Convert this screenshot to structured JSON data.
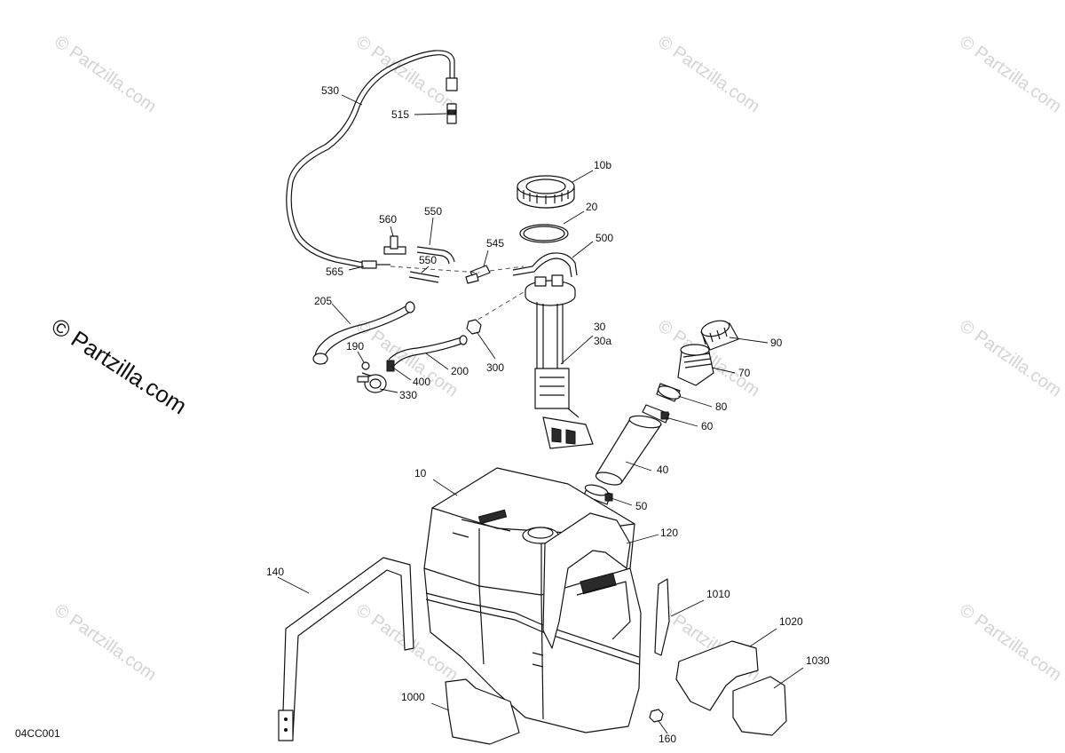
{
  "diagram_code": "04CC001",
  "copyright_text": "© Partzilla.com",
  "watermark_text": "© Partzilla.com",
  "callouts": [
    {
      "id": "c530",
      "label": "530"
    },
    {
      "id": "c515",
      "label": "515"
    },
    {
      "id": "c10b",
      "label": "10b"
    },
    {
      "id": "c20",
      "label": "20"
    },
    {
      "id": "c560",
      "label": "560"
    },
    {
      "id": "c550a",
      "label": "550"
    },
    {
      "id": "c545",
      "label": "545"
    },
    {
      "id": "c500",
      "label": "500"
    },
    {
      "id": "c565",
      "label": "565"
    },
    {
      "id": "c550b",
      "label": "550"
    },
    {
      "id": "c205",
      "label": "205"
    },
    {
      "id": "c190",
      "label": "190"
    },
    {
      "id": "c400",
      "label": "400"
    },
    {
      "id": "c330",
      "label": "330"
    },
    {
      "id": "c200",
      "label": "200"
    },
    {
      "id": "c300",
      "label": "300"
    },
    {
      "id": "c30",
      "label": "30"
    },
    {
      "id": "c30a",
      "label": "30a"
    },
    {
      "id": "c90",
      "label": "90"
    },
    {
      "id": "c70",
      "label": "70"
    },
    {
      "id": "c80",
      "label": "80"
    },
    {
      "id": "c60",
      "label": "60"
    },
    {
      "id": "c40",
      "label": "40"
    },
    {
      "id": "c10",
      "label": "10"
    },
    {
      "id": "c50",
      "label": "50"
    },
    {
      "id": "c120",
      "label": "120"
    },
    {
      "id": "c140",
      "label": "140"
    },
    {
      "id": "c1010",
      "label": "1010"
    },
    {
      "id": "c1020",
      "label": "1020"
    },
    {
      "id": "c1030",
      "label": "1030"
    },
    {
      "id": "c1000",
      "label": "1000"
    },
    {
      "id": "c160",
      "label": "160"
    }
  ]
}
